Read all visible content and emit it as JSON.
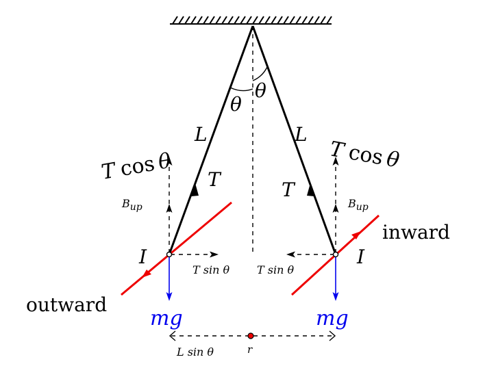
{
  "labels": {
    "theta": "θ",
    "length": "L",
    "tension": "T",
    "tcos_T": "T",
    "tcos_fn": "cos",
    "tcos_theta": "θ",
    "bup_B": "B",
    "bup_sub": "up",
    "current": "I",
    "tsin": "T sin θ",
    "weight": "mg",
    "lsin": "L sin θ",
    "separation": "r",
    "outward": "outward",
    "inward": "inward"
  },
  "colors": {
    "ink": "#000000",
    "wire": "#ee0000",
    "weight": "#0000ee",
    "dot": "#ee0000"
  }
}
